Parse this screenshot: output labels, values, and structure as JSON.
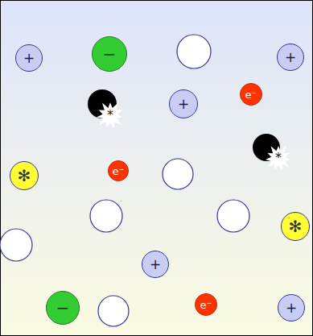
{
  "diagram": {
    "nodes": [
      {
        "text": [
          "+"
        ]
      },
      {
        "text": [
          "−"
        ]
      },
      {
        "text": [
          "+"
        ]
      },
      {
        "text": [
          "*"
        ]
      },
      {
        "text": [
          "+"
        ]
      },
      {
        "text": [
          "e⁻"
        ]
      },
      {
        "text": [
          "✻"
        ]
      },
      {
        "text": [
          "e⁻"
        ]
      },
      {
        "text": [
          "*"
        ]
      },
      {
        "text": [
          "✻"
        ]
      },
      {
        "text": [
          "+"
        ]
      },
      {
        "text": [
          "−"
        ]
      },
      {
        "text": [
          "e⁻"
        ]
      },
      {
        "text": [
          "+"
        ]
      }
    ]
  }
}
